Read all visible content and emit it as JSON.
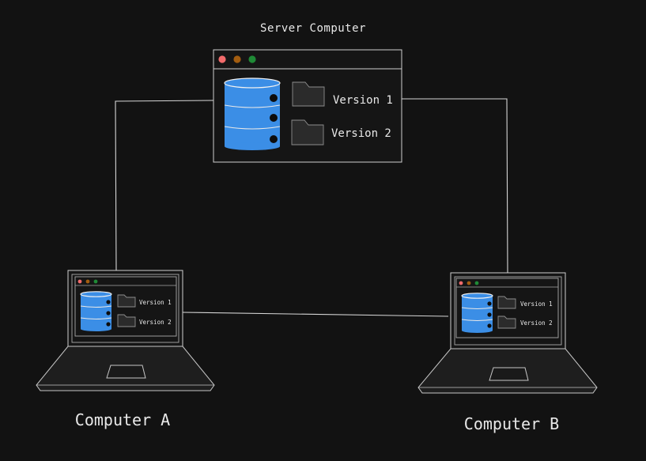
{
  "server": {
    "title": "Server Computer",
    "files": [
      {
        "label": "Version 1"
      },
      {
        "label": "Version 2"
      }
    ]
  },
  "computer_a": {
    "label": "Computer A",
    "files": [
      {
        "label": "Version 1"
      },
      {
        "label": "Version 2"
      }
    ]
  },
  "computer_b": {
    "label": "Computer B",
    "files": [
      {
        "label": "Version 1"
      },
      {
        "label": "Version 2"
      }
    ]
  },
  "colors": {
    "background": "#121212",
    "database": "#3b8ee6",
    "dot_red": "#f26b6b",
    "dot_orange": "#a35d10",
    "dot_green": "#1f8a36",
    "lines": "#d6d6d6"
  }
}
